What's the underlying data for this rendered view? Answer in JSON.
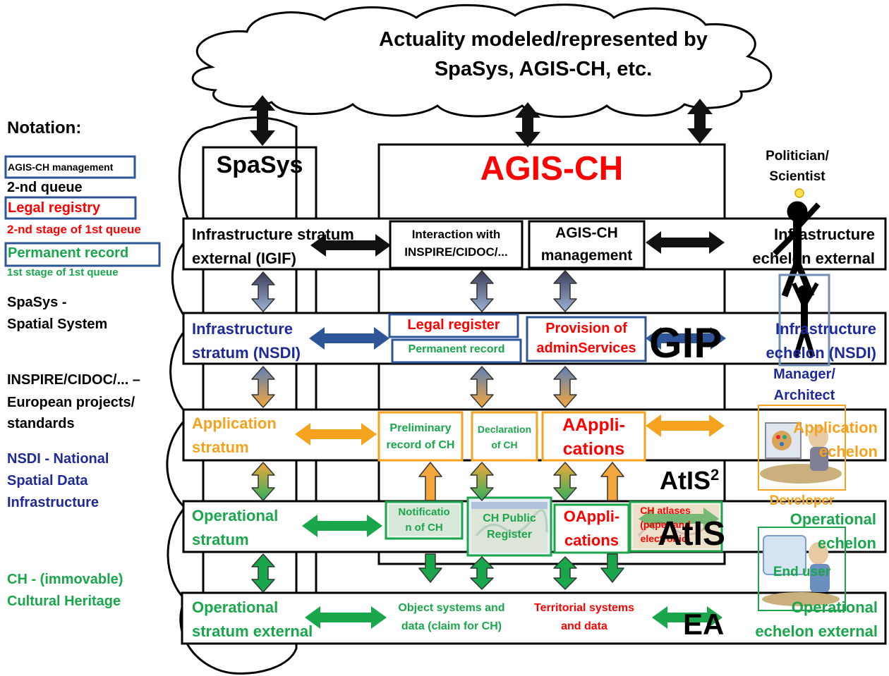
{
  "title": {
    "line1": "Actuality modeled/represented by",
    "line2": "SpaSys, AGIS-CH, etc."
  },
  "legend": {
    "heading": "Notation:",
    "agis_mgmt_box": "AGIS-CH management",
    "queue2": "2-nd queue",
    "legal_box": "Legal registry",
    "legal_sub": "2-nd stage of 1st queue",
    "permanent_box": "Permanent record",
    "permanent_sub": "1st stage of 1st queue",
    "spasys_def_1": "SpaSys -",
    "spasys_def_2": "Spatial System",
    "inspire_def_1": "INSPIRE/CIDOC/... –",
    "inspire_def_2": "European projects/",
    "inspire_def_3": "standards",
    "nsdi_def_1": "NSDI - National",
    "nsdi_def_2": "Spatial Data",
    "nsdi_def_3": "Infrastructure",
    "ch_def_1": "CH - (immovable)",
    "ch_def_2": "Cultural Heritage"
  },
  "columns": {
    "spasys": "SpaSys",
    "agis": "AGIS-CH"
  },
  "actors": {
    "politician": "Politician/\nScientist",
    "manager": "Manager/\nArchitect",
    "developer": "Developer",
    "end_user": "End user"
  },
  "rows": {
    "infra_ext": {
      "left": "Infrastructure  stratum\nexternal (IGIF)",
      "inspire": "Interaction with\nINSPIRE/CIDOC/...",
      "mgmt": "AGIS-CH\nmanagement",
      "right": "Infrastructure\nechelon external"
    },
    "nsdi": {
      "left": "Infrastructure\nstratum  (NSDI)",
      "legal": "Legal register",
      "permanent": "Permanent record",
      "provision": "Provision of\nadminServices",
      "gip": "GIP",
      "right": "Infrastructure\nechelon  (NSDI)"
    },
    "application": {
      "left": "Application\nstratum",
      "prelim": "Preliminary\nrecord of CH",
      "declaration": "Declaration\nof CH",
      "aapps": "AAppli-\ncations",
      "atis2": "AtIS",
      "atis2_sup": "2",
      "right": "Application\nechelon"
    },
    "operational": {
      "left": "Operational\nstratum",
      "notification": "Notificatio\nn of CH",
      "public_register": "CH Public\nRegister",
      "oapps": "OAppli-\ncations",
      "atlases": "CH atlases\n(paper and\nelectronic)",
      "atis": "AtIS",
      "right": "Operational\nechelon"
    },
    "op_ext": {
      "left": "Operational\nstratum  external",
      "object": "Object systems and\ndata (claim for CH)",
      "territorial": "Territorial systems\nand data",
      "ea": "EA",
      "right": "Operational\nechelon external"
    }
  },
  "colors": {
    "black": "#000000",
    "red": "#ff0000",
    "navy": "#1f2a9a",
    "orange": "#f5a21f",
    "green": "#1aa64b",
    "steel": "#6f8fb7",
    "box_blue": "#2e5597"
  }
}
